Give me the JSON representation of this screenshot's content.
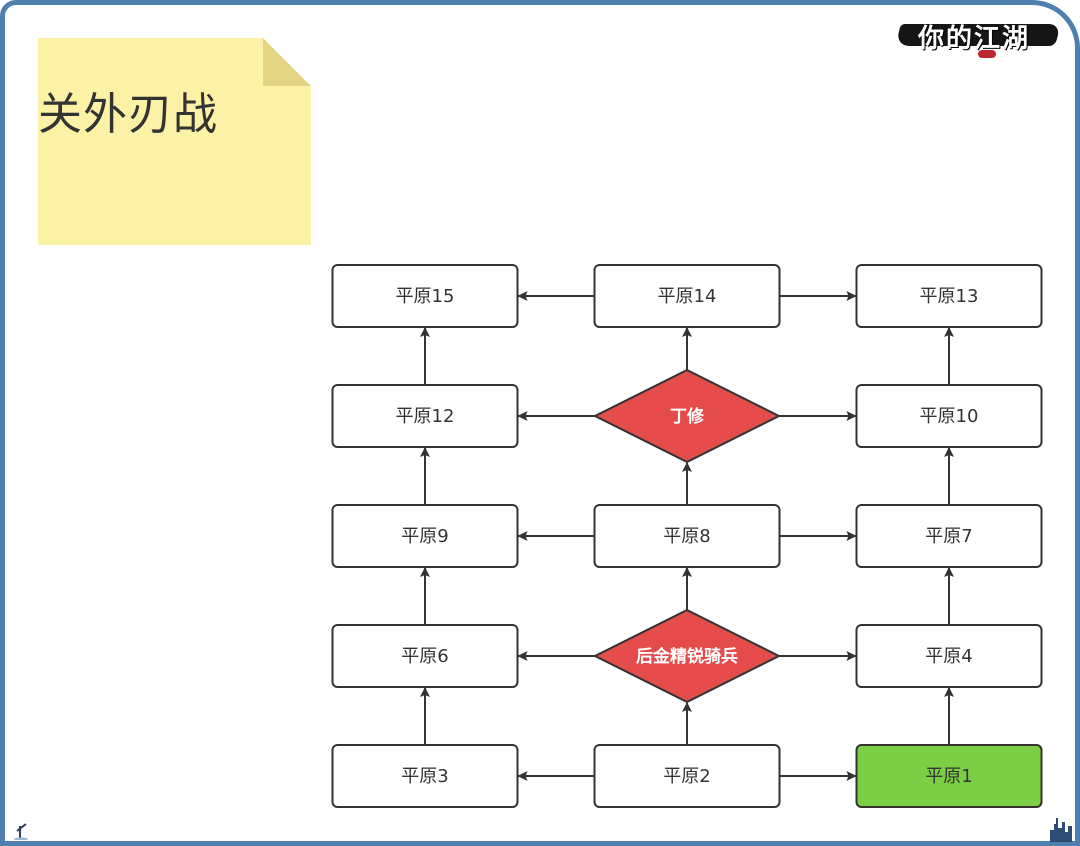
{
  "title": "关外刃战",
  "logo_text": "你的江湖",
  "colors": {
    "frame": "#4e7fae",
    "boss": "#e54b4b",
    "start": "#7ccf45",
    "node_border": "#333333"
  },
  "nodes": [
    {
      "id": "p15",
      "label": "平原15",
      "kind": "plain",
      "col": 0,
      "row": 0
    },
    {
      "id": "p14",
      "label": "平原14",
      "kind": "plain",
      "col": 1,
      "row": 0
    },
    {
      "id": "p13",
      "label": "平原13",
      "kind": "plain",
      "col": 2,
      "row": 0
    },
    {
      "id": "p12",
      "label": "平原12",
      "kind": "plain",
      "col": 0,
      "row": 1
    },
    {
      "id": "dx",
      "label": "丁修",
      "kind": "boss",
      "col": 1,
      "row": 1
    },
    {
      "id": "p10",
      "label": "平原10",
      "kind": "plain",
      "col": 2,
      "row": 1
    },
    {
      "id": "p9",
      "label": "平原9",
      "kind": "plain",
      "col": 0,
      "row": 2
    },
    {
      "id": "p8",
      "label": "平原8",
      "kind": "plain",
      "col": 1,
      "row": 2
    },
    {
      "id": "p7",
      "label": "平原7",
      "kind": "plain",
      "col": 2,
      "row": 2
    },
    {
      "id": "p6",
      "label": "平原6",
      "kind": "plain",
      "col": 0,
      "row": 3
    },
    {
      "id": "hj",
      "label": "后金精锐骑兵",
      "kind": "boss",
      "col": 1,
      "row": 3
    },
    {
      "id": "p4",
      "label": "平原4",
      "kind": "plain",
      "col": 2,
      "row": 3
    },
    {
      "id": "p3",
      "label": "平原3",
      "kind": "plain",
      "col": 0,
      "row": 4
    },
    {
      "id": "p2",
      "label": "平原2",
      "kind": "plain",
      "col": 1,
      "row": 4
    },
    {
      "id": "p1",
      "label": "平原1",
      "kind": "start",
      "col": 2,
      "row": 4
    }
  ],
  "edges": [
    [
      "p2",
      "p3"
    ],
    [
      "p2",
      "p1"
    ],
    [
      "p2",
      "hj"
    ],
    [
      "p3",
      "p6"
    ],
    [
      "p1",
      "p4"
    ],
    [
      "hj",
      "p6"
    ],
    [
      "hj",
      "p4"
    ],
    [
      "hj",
      "p8"
    ],
    [
      "p6",
      "p9"
    ],
    [
      "p4",
      "p7"
    ],
    [
      "p8",
      "p9"
    ],
    [
      "p8",
      "p7"
    ],
    [
      "p8",
      "dx"
    ],
    [
      "p9",
      "p12"
    ],
    [
      "p7",
      "p10"
    ],
    [
      "dx",
      "p12"
    ],
    [
      "dx",
      "p10"
    ],
    [
      "dx",
      "p14"
    ],
    [
      "p12",
      "p15"
    ],
    [
      "p10",
      "p13"
    ],
    [
      "p14",
      "p15"
    ],
    [
      "p14",
      "p13"
    ]
  ]
}
